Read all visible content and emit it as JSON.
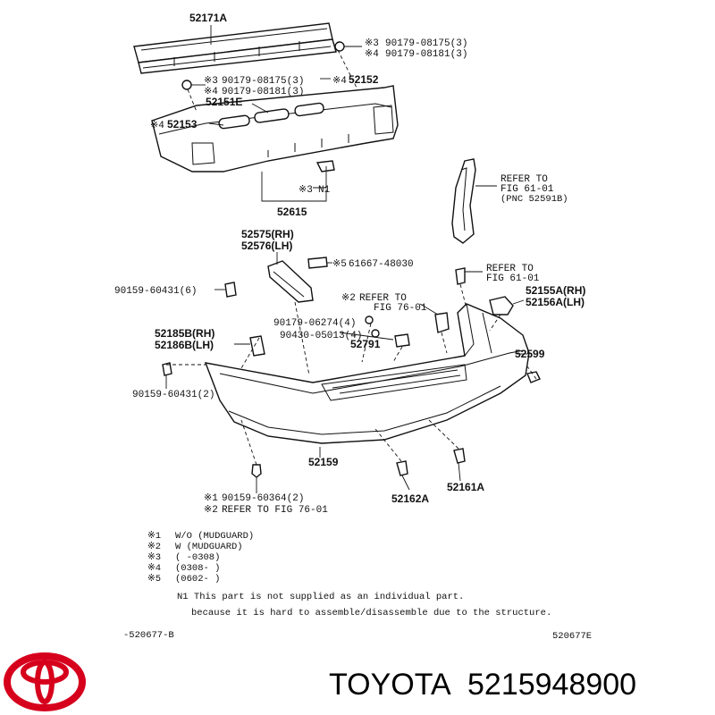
{
  "labels": {
    "l52171a": "52171A",
    "l_sc3_a": "※3",
    "l_sc4_a": "※4",
    "l90179_08175_a": "90179-08175(3)",
    "l90179_08181_a": "90179-08181(3)",
    "l_sc3_b": "※3",
    "l_sc4_b": "※4",
    "l90179_08175_b": "90179-08175(3)",
    "l90179_08181_b": "90179-08181(3)",
    "l_sc4_c": "※4",
    "l52152": "52152",
    "l52151e": "52151E",
    "l_sc4_d": "※4",
    "l52153": "52153",
    "l_sc3_n1": "※3",
    "ln1": "N1",
    "l52615": "52615",
    "lref1_a": "REFER TO",
    "lref1_b": "FIG 61-01",
    "lref1_c": "(PNC 52591B)",
    "l52575": "52575(RH)",
    "l52576": "52576(LH)",
    "l_sc5": "※5",
    "l61667": "61667-48030",
    "l90159_60431_a": "90159-60431(6)",
    "lref2_a": "REFER TO",
    "lref2_b": "FIG 61-01",
    "l52155a": "52155A(RH)",
    "l52156a": "52156A(LH)",
    "l_sc2_ref": "※2",
    "lref3_a": "REFER TO",
    "lref3_b": "FIG 76-01",
    "l90179_06274": "90179-06274(4)",
    "l90430_05013": "90430-05013(4)",
    "l52185b": "52185B(RH)",
    "l52186b": "52186B(LH)",
    "l52791": "52791",
    "l52599": "52599",
    "l90159_60431_b": "90159-60431(2)",
    "l52159": "52159",
    "l_sc1_b": "※1",
    "l90159_60364": "90159-60364(2)",
    "l_sc2_b": "※2",
    "lref4": "REFER TO FIG 76-01",
    "l52162a": "52162A",
    "l52161a": "52161A"
  },
  "legend": [
    {
      "mark": "※1",
      "text": "W/O (MUDGUARD)"
    },
    {
      "mark": "※2",
      "text": "W (MUDGUARD)"
    },
    {
      "mark": "※3",
      "text": "(     -0308)"
    },
    {
      "mark": "※4",
      "text": "(0308-      )"
    },
    {
      "mark": "※5",
      "text": "(0602-      )"
    }
  ],
  "notes": {
    "n1_line1": "N1 This part is not supplied as an individual part.",
    "n1_line2": "because it is hard to assemble/disassemble due to the structure."
  },
  "footer": {
    "code_left": "-520677-B",
    "code_right": "520677E"
  },
  "brand": {
    "name": "TOYOTA",
    "part_number": "5215948900",
    "logo_color": "#d6001c"
  }
}
